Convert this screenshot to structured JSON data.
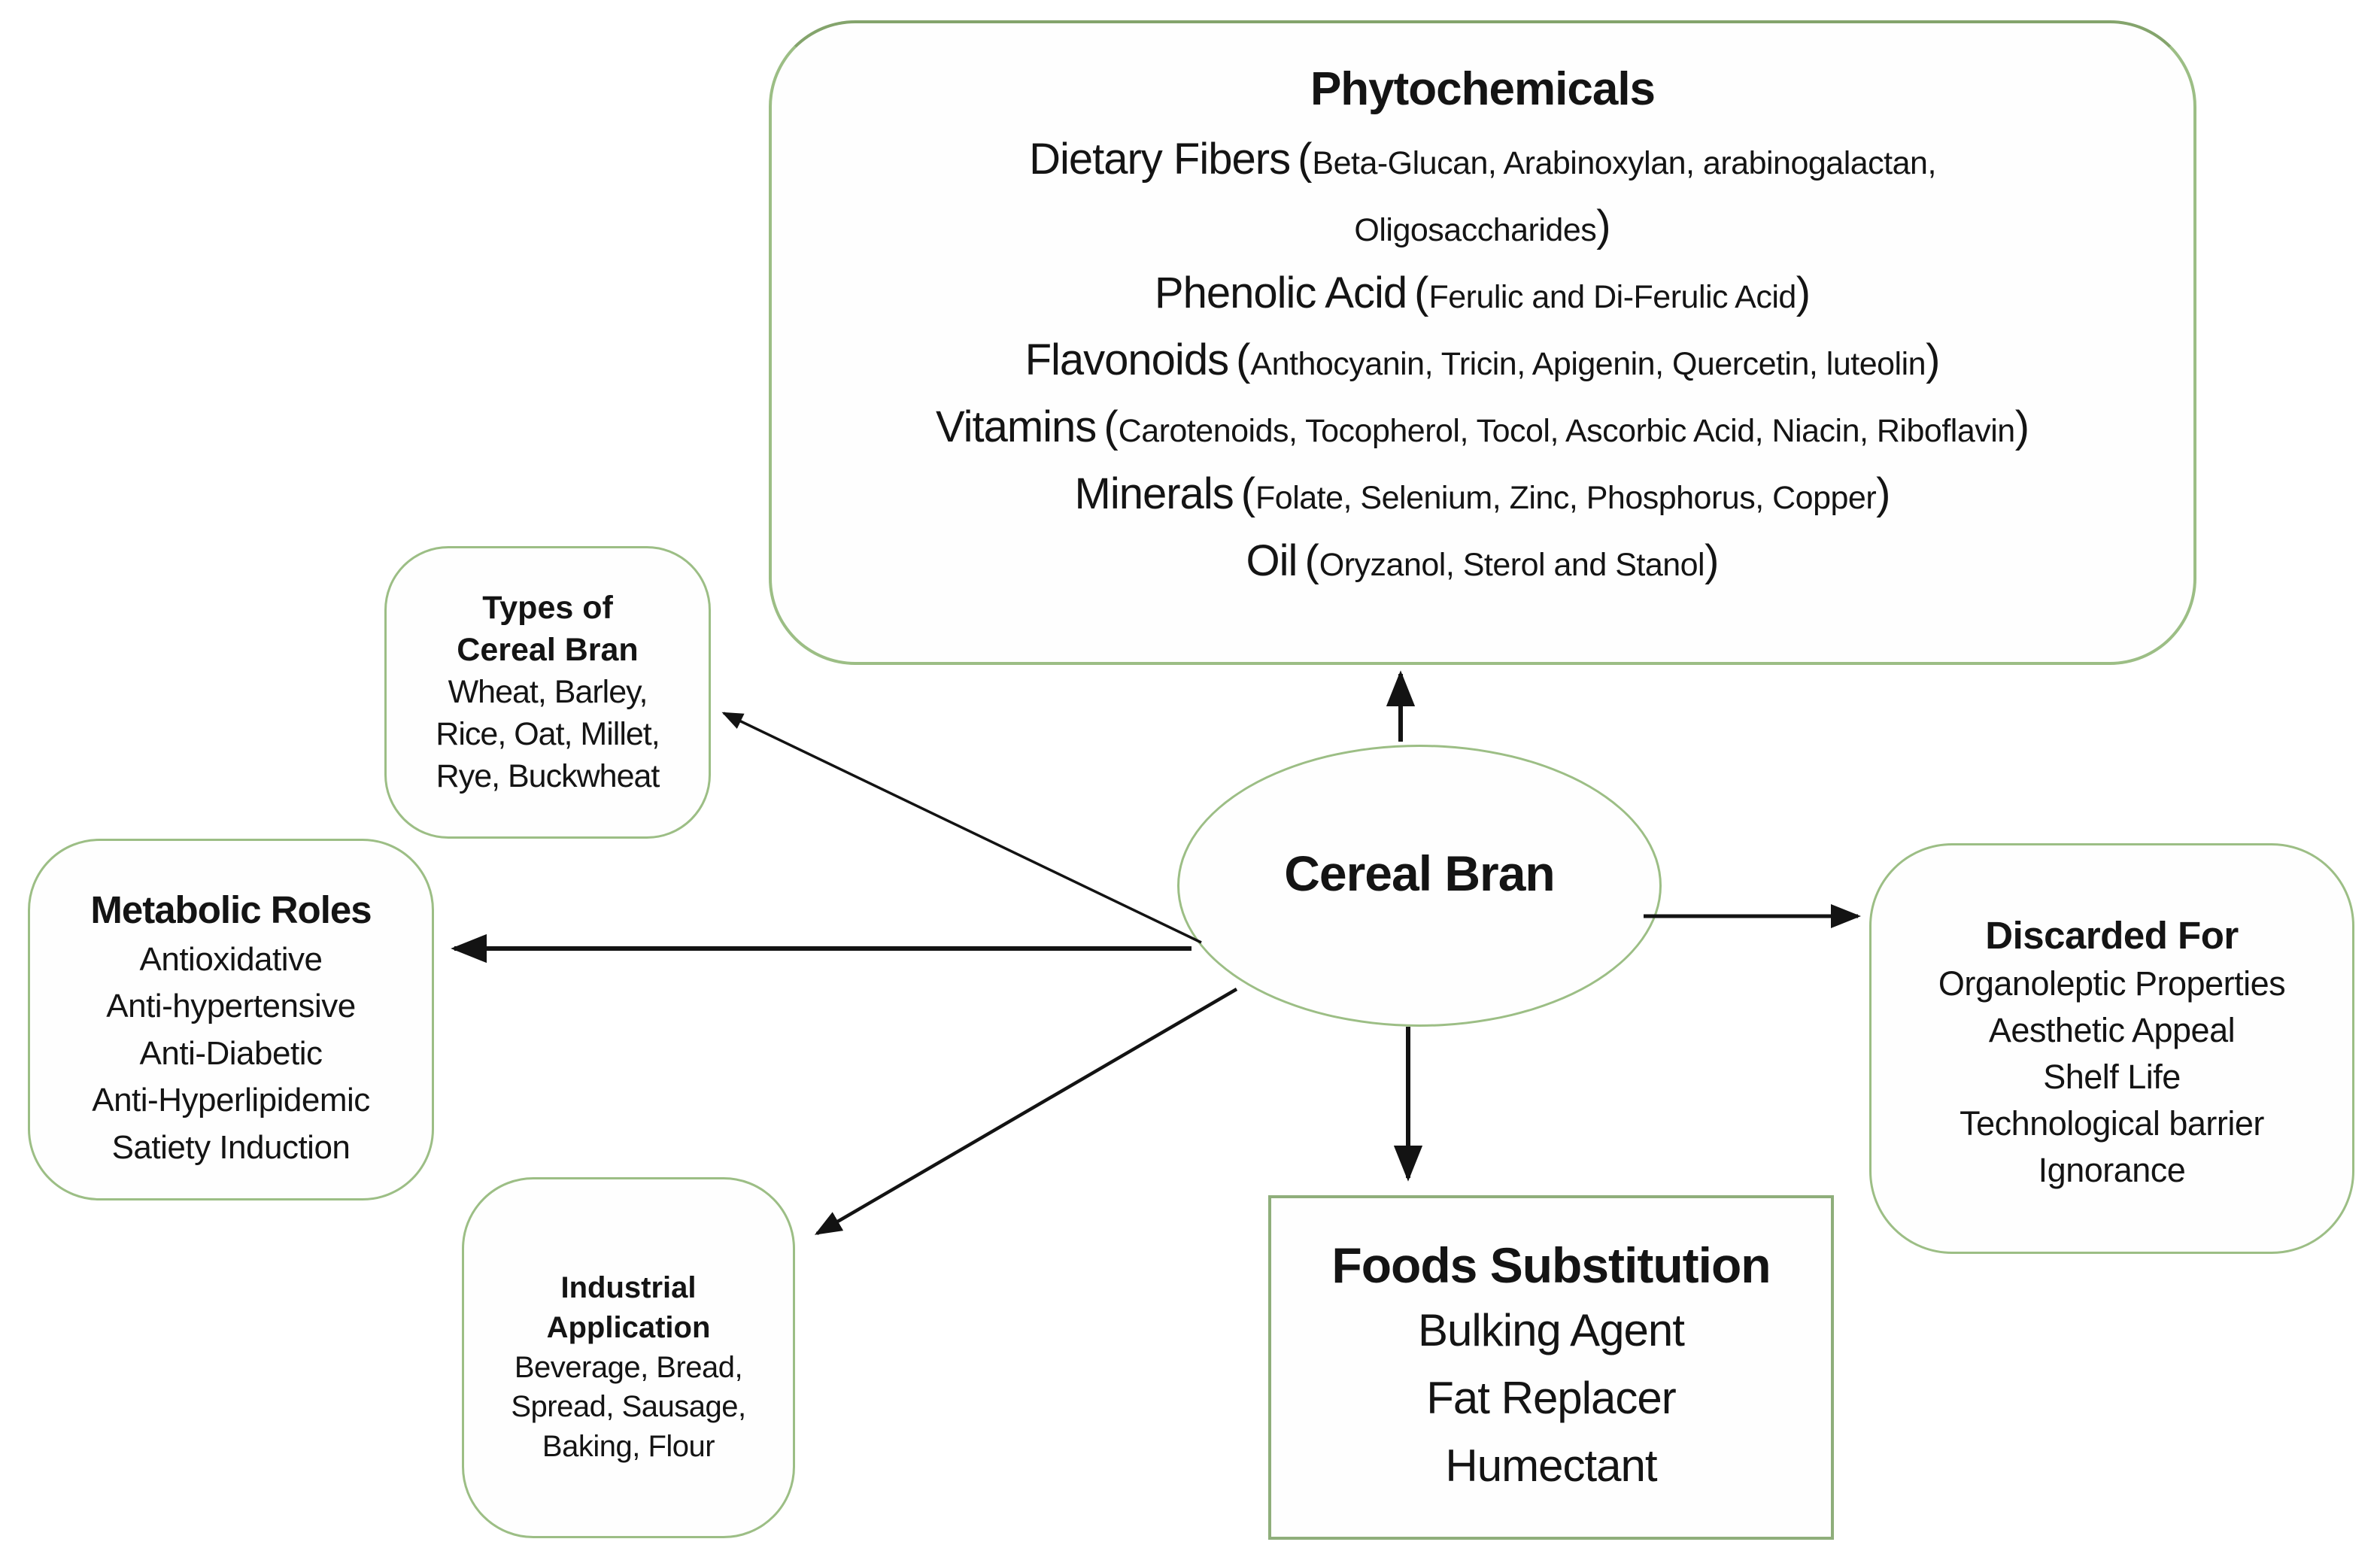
{
  "colors": {
    "box_border_green": "#9cbe85",
    "box_border_green_dark": "#84a46c",
    "rect_border_green": "#8fae7b",
    "arrow_black": "#131313",
    "text_black": "#141414",
    "background": "#ffffff"
  },
  "nodes": {
    "center": {
      "label": "Cereal Bran"
    },
    "phytochemicals": {
      "title": "Phytochemicals",
      "rows": [
        {
          "main": "Dietary Fibers",
          "open": "(",
          "sub": "Beta-Glucan, Arabinoxylan, arabinogalactan,",
          "close": ""
        },
        {
          "main": "",
          "open": "",
          "sub": "Oligosaccharides",
          "close": ")"
        },
        {
          "main": "Phenolic Acid",
          "open": "(",
          "sub": "Ferulic and Di-Ferulic Acid",
          "close": ")"
        },
        {
          "main": "Flavonoids",
          "open": "(",
          "sub": "Anthocyanin, Tricin, Apigenin, Quercetin, luteolin",
          "close": ")"
        },
        {
          "main": "Vitamins",
          "open": "(",
          "sub": "Carotenoids, Tocopherol, Tocol, Ascorbic Acid, Niacin, Riboflavin",
          "close": ")"
        },
        {
          "main": "Minerals",
          "open": "(",
          "sub": "Folate, Selenium, Zinc, Phosphorus, Copper",
          "close": ")"
        },
        {
          "main": "Oil",
          "open": "(",
          "sub": "Oryzanol, Sterol and Stanol",
          "close": ")"
        }
      ]
    },
    "types": {
      "title_lines": [
        "Types of",
        "Cereal Bran"
      ],
      "body_lines": [
        "Wheat, Barley,",
        "Rice, Oat, Millet,",
        "Rye, Buckwheat"
      ]
    },
    "metabolic": {
      "title": "Metabolic Roles",
      "items": [
        "Antioxidative",
        "Anti-hypertensive",
        "Anti-Diabetic",
        "Anti-Hyperlipidemic",
        "Satiety Induction"
      ]
    },
    "industrial": {
      "title_lines": [
        "Industrial",
        "Application"
      ],
      "body_lines": [
        "Beverage, Bread,",
        "Spread, Sausage,",
        "Baking, Flour"
      ]
    },
    "foods": {
      "title": "Foods Substitution",
      "items": [
        "Bulking Agent",
        "Fat Replacer",
        "Humectant"
      ]
    },
    "discarded": {
      "title": "Discarded For",
      "items": [
        "Organoleptic Properties",
        "Aesthetic Appeal",
        "Shelf Life",
        "Technological barrier",
        "Ignorance"
      ]
    }
  }
}
